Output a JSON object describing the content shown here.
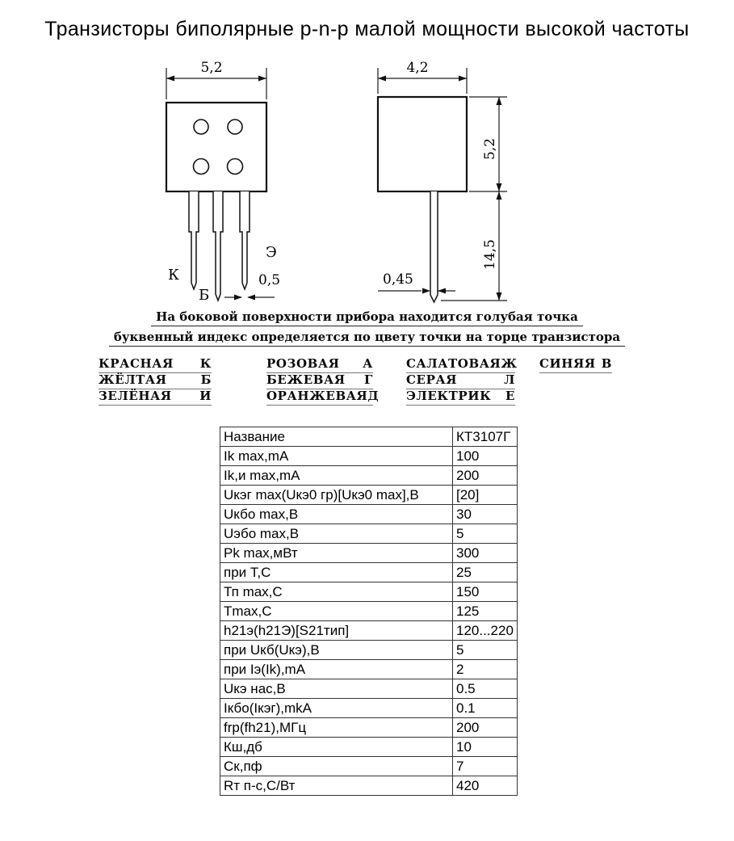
{
  "title": "Транзисторы биполярные p-n-p малой мощности высокой частоты",
  "drawing": {
    "front_width": "5,2",
    "front_lead_width": "0,5",
    "pin_collector": "К",
    "pin_base": "Б",
    "pin_emitter": "Э",
    "side_width": "4,2",
    "side_height": "5,2",
    "side_lead_length": "14,5",
    "side_lead_width": "0,45"
  },
  "notes": {
    "line1": "На боковой поверхности прибора находится голубая точка",
    "line2": "буквенный индекс определяется по цвету точки на торце транзистора"
  },
  "legend": {
    "rows": [
      [
        {
          "name": "КРАСНАЯ",
          "code": "К"
        },
        {
          "name": "РОЗОВАЯ",
          "code": "А"
        },
        {
          "name": "САЛАТОВАЯ",
          "code": "Ж"
        },
        {
          "name": "СИНЯЯ",
          "code": "В"
        }
      ],
      [
        {
          "name": "ЖЁЛТАЯ",
          "code": "Б"
        },
        {
          "name": "БЕЖЕВАЯ",
          "code": "Г"
        },
        {
          "name": "СЕРАЯ",
          "code": "Л"
        }
      ],
      [
        {
          "name": "ЗЕЛЁНАЯ",
          "code": "И"
        },
        {
          "name": "ОРАНЖЕВАЯ",
          "code": "Д"
        },
        {
          "name": "ЭЛЕКТРИК",
          "code": "Е"
        }
      ]
    ]
  },
  "table": {
    "rows": [
      [
        "Название",
        "КТ3107Г"
      ],
      [
        "Ik max,mA",
        "100"
      ],
      [
        "Ik,и max,mA",
        "200"
      ],
      [
        "Uкэг max(Uкэ0 гр)[Uкэ0 max],В",
        "[20]"
      ],
      [
        "Uкбо max,В",
        "30"
      ],
      [
        "Uэбо max,В",
        "5"
      ],
      [
        "Pk max,мВт",
        "300"
      ],
      [
        "при Т,С",
        "25"
      ],
      [
        "Тп max,С",
        "150"
      ],
      [
        "Тmax,С",
        "125"
      ],
      [
        "h21э(h21Э)[S21тип]",
        "120...220"
      ],
      [
        "при Uкб(Uкэ),В",
        "5"
      ],
      [
        "при Iэ(Ik),mA",
        "2"
      ],
      [
        "Uкэ нас,В",
        "0.5"
      ],
      [
        "Iкбо(Iкэг),mkA",
        "0.1"
      ],
      [
        "frp(fh21),МГц",
        "200"
      ],
      [
        "Кш,дб",
        "10"
      ],
      [
        "Ск,пф",
        "7"
      ],
      [
        "Rт п-с,С/Вт",
        "420"
      ]
    ]
  }
}
